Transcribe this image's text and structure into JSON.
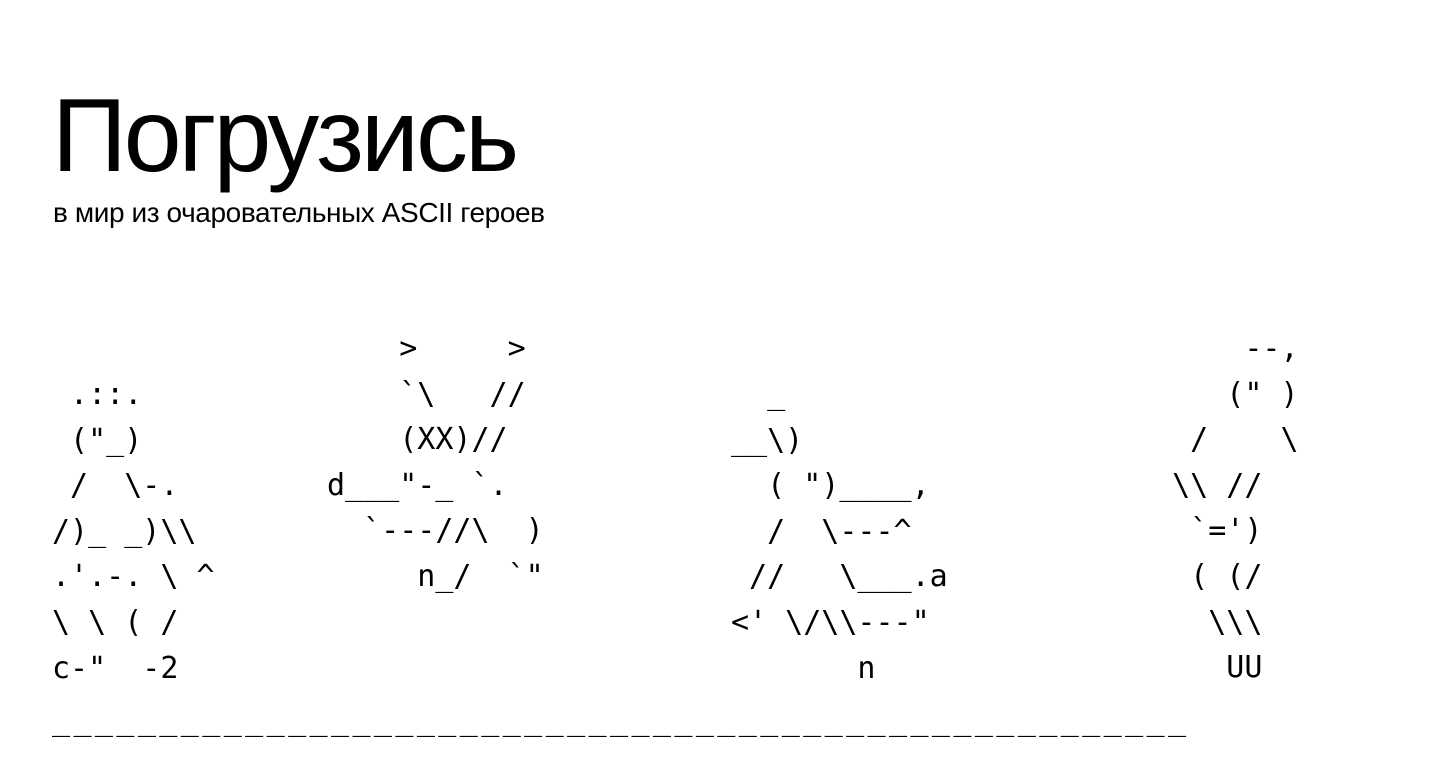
{
  "header": {
    "title": "Погрузись",
    "subtitle": "в мир из очаровательных ASCII героев"
  },
  "characters": {
    "char1": " .::.\n (\"_)\n /  \\-.\n/)_ _)\\\\\n.'.-. \\ ^\n\\ \\ ( /\nc-\"  -2",
    "char2": "    >     >\n    `\\   //\n    (XX)//\nd___\"-_ `.\n  `---//\\  )\n     n_/  `\"",
    "char3": "  _\n__\\)\n  ( \")____,\n  /  \\---^\n //   \\___.a\n<' \\/\\\\---\"\n       n",
    "char4": "      --,\n     (\" )\n   /    \\\n  \\\\ //\n   `=')\n   ( (/\n    \\\\\\\n     UU"
  },
  "ground": "_____________________________________________________"
}
